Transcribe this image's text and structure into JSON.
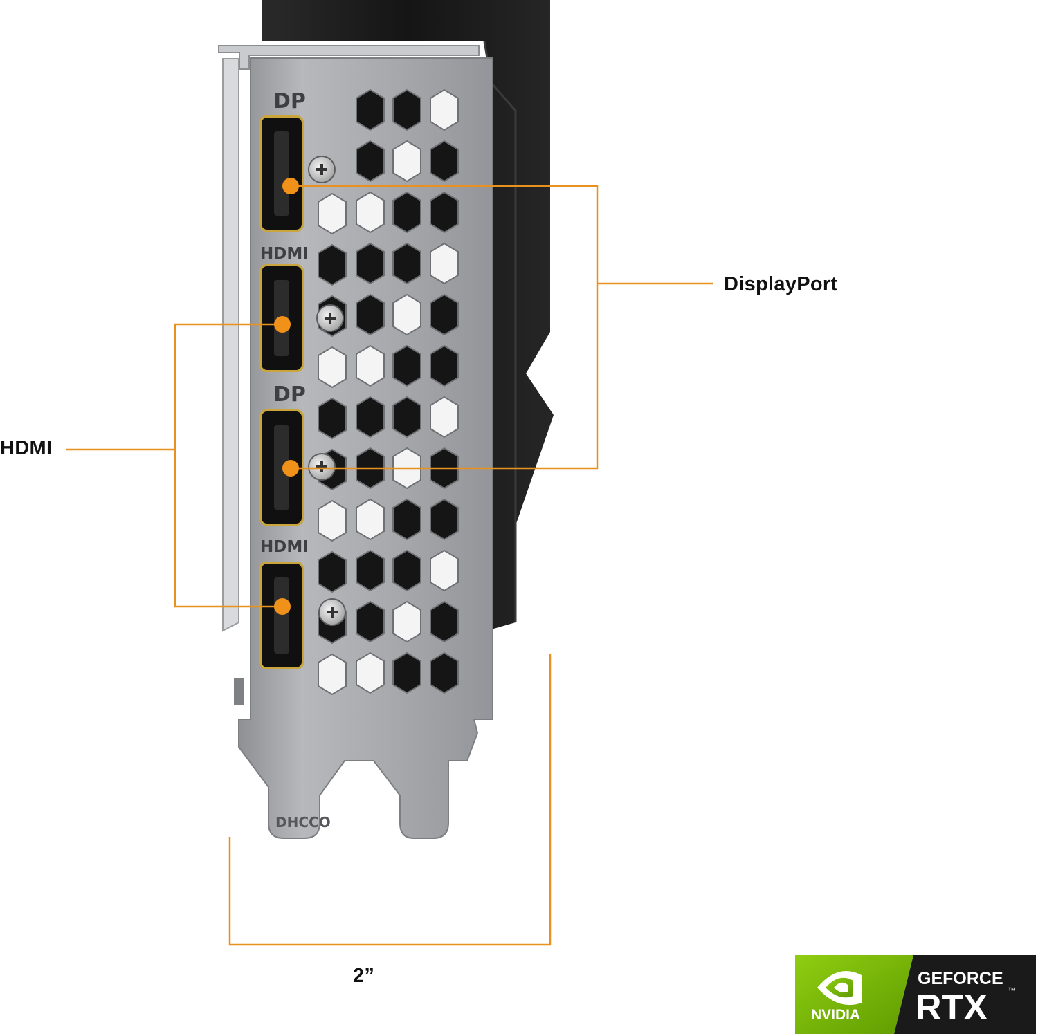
{
  "callouts": {
    "displayport": "DisplayPort",
    "hdmi": "HDMI",
    "width": "2”"
  },
  "bracket_markings": {
    "dp_top": "DP",
    "hdmi_top": "HDMI",
    "dp_lower": "DP",
    "hdmi_lower": "HDMI",
    "part_code": "DHCCO"
  },
  "badge": {
    "brand": "NVIDIA",
    "line1": "GEFORCE",
    "line2": "RTX",
    "tm": "™",
    "green": "#76b900",
    "dark": "#1a1a1a"
  },
  "colors": {
    "accent": "#e8911e",
    "bracket": "#a9abae",
    "shroud": "#1c1c1c",
    "port_gold": "#b8962e"
  },
  "icons": [
    "nvidia-eye-logo",
    "screw-icon"
  ]
}
